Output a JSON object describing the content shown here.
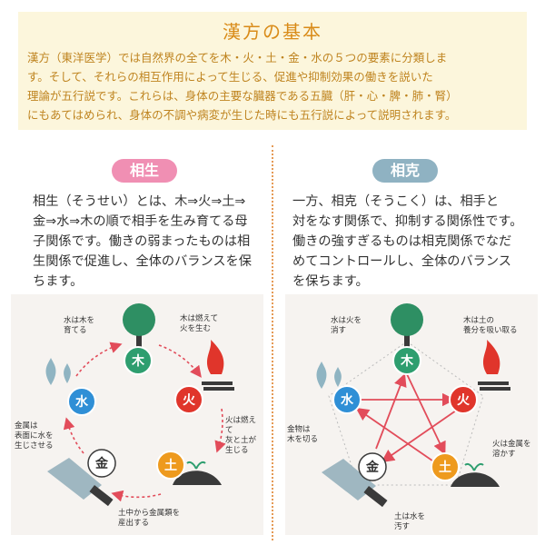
{
  "intro": {
    "title": "漢方の基本",
    "lines": [
      "漢方（東洋医学）では自然界の全てを木・火・土・金・水の５つの要素に分類しま",
      "す。そして、それらの相互作用によって生じる、促進や抑制効果の働きを説いた",
      "理論が五行説です。これらは、身体の主要な臓器である五臓（肝・心・脾・肺・腎）",
      "にもあてはめられ、身体の不調や病変が生じた時にも五行説によって説明されます。"
    ]
  },
  "sosei": {
    "heading": "相生",
    "lines": [
      "相生（そうせい）とは、木⇒火⇒土⇒",
      "金⇒水⇒木の順で相手を生み育てる母",
      "子関係です。働きの弱まったものは相",
      "生関係で促進し、全体のバランスを保",
      "ちます。"
    ],
    "labels": {
      "water_wood": [
        "水は木を",
        "育てる"
      ],
      "wood_fire": [
        "木は燃えて",
        "火を生む"
      ],
      "fire_earth": [
        "火は燃えて",
        "灰と土が",
        "生じる"
      ],
      "earth_metal": [
        "土中から金属類を",
        "産出する"
      ],
      "metal_water": [
        "金属は",
        "表面に水を",
        "生じさせる"
      ]
    }
  },
  "sokoku": {
    "heading": "相克",
    "lines": [
      "一方、相克（そうこく）は、相手と",
      "対をなす関係で、抑制する関係性です。",
      "働きの強すぎるものは相克関係でなだ",
      "めてコントロールし、全体のバランス",
      "を保ちます。"
    ],
    "labels": {
      "water_fire": [
        "水は火を",
        "消す"
      ],
      "earth_water": [
        "木は土の",
        "養分を吸い取る"
      ],
      "metal_wood": [
        "金物は",
        "木を切る"
      ],
      "fire_metal": [
        "火は金属を",
        "溶かす"
      ],
      "wood_earth": [
        "土は水を",
        "汚す"
      ]
    }
  },
  "elements": {
    "wood": "木",
    "fire": "火",
    "earth": "土",
    "metal": "金",
    "water": "水"
  },
  "colors": {
    "wood": "#2e9e6f",
    "fire": "#e0352b",
    "earth": "#ee9a1e",
    "metal": "#ffffff",
    "water": "#2f8fd6",
    "arrow": "#e24c5a",
    "title": "#d98b18",
    "intro_bg": "#fcf6dc",
    "sosei_pill": "#f08fb3",
    "sokoku_pill": "#8fb2c2"
  }
}
